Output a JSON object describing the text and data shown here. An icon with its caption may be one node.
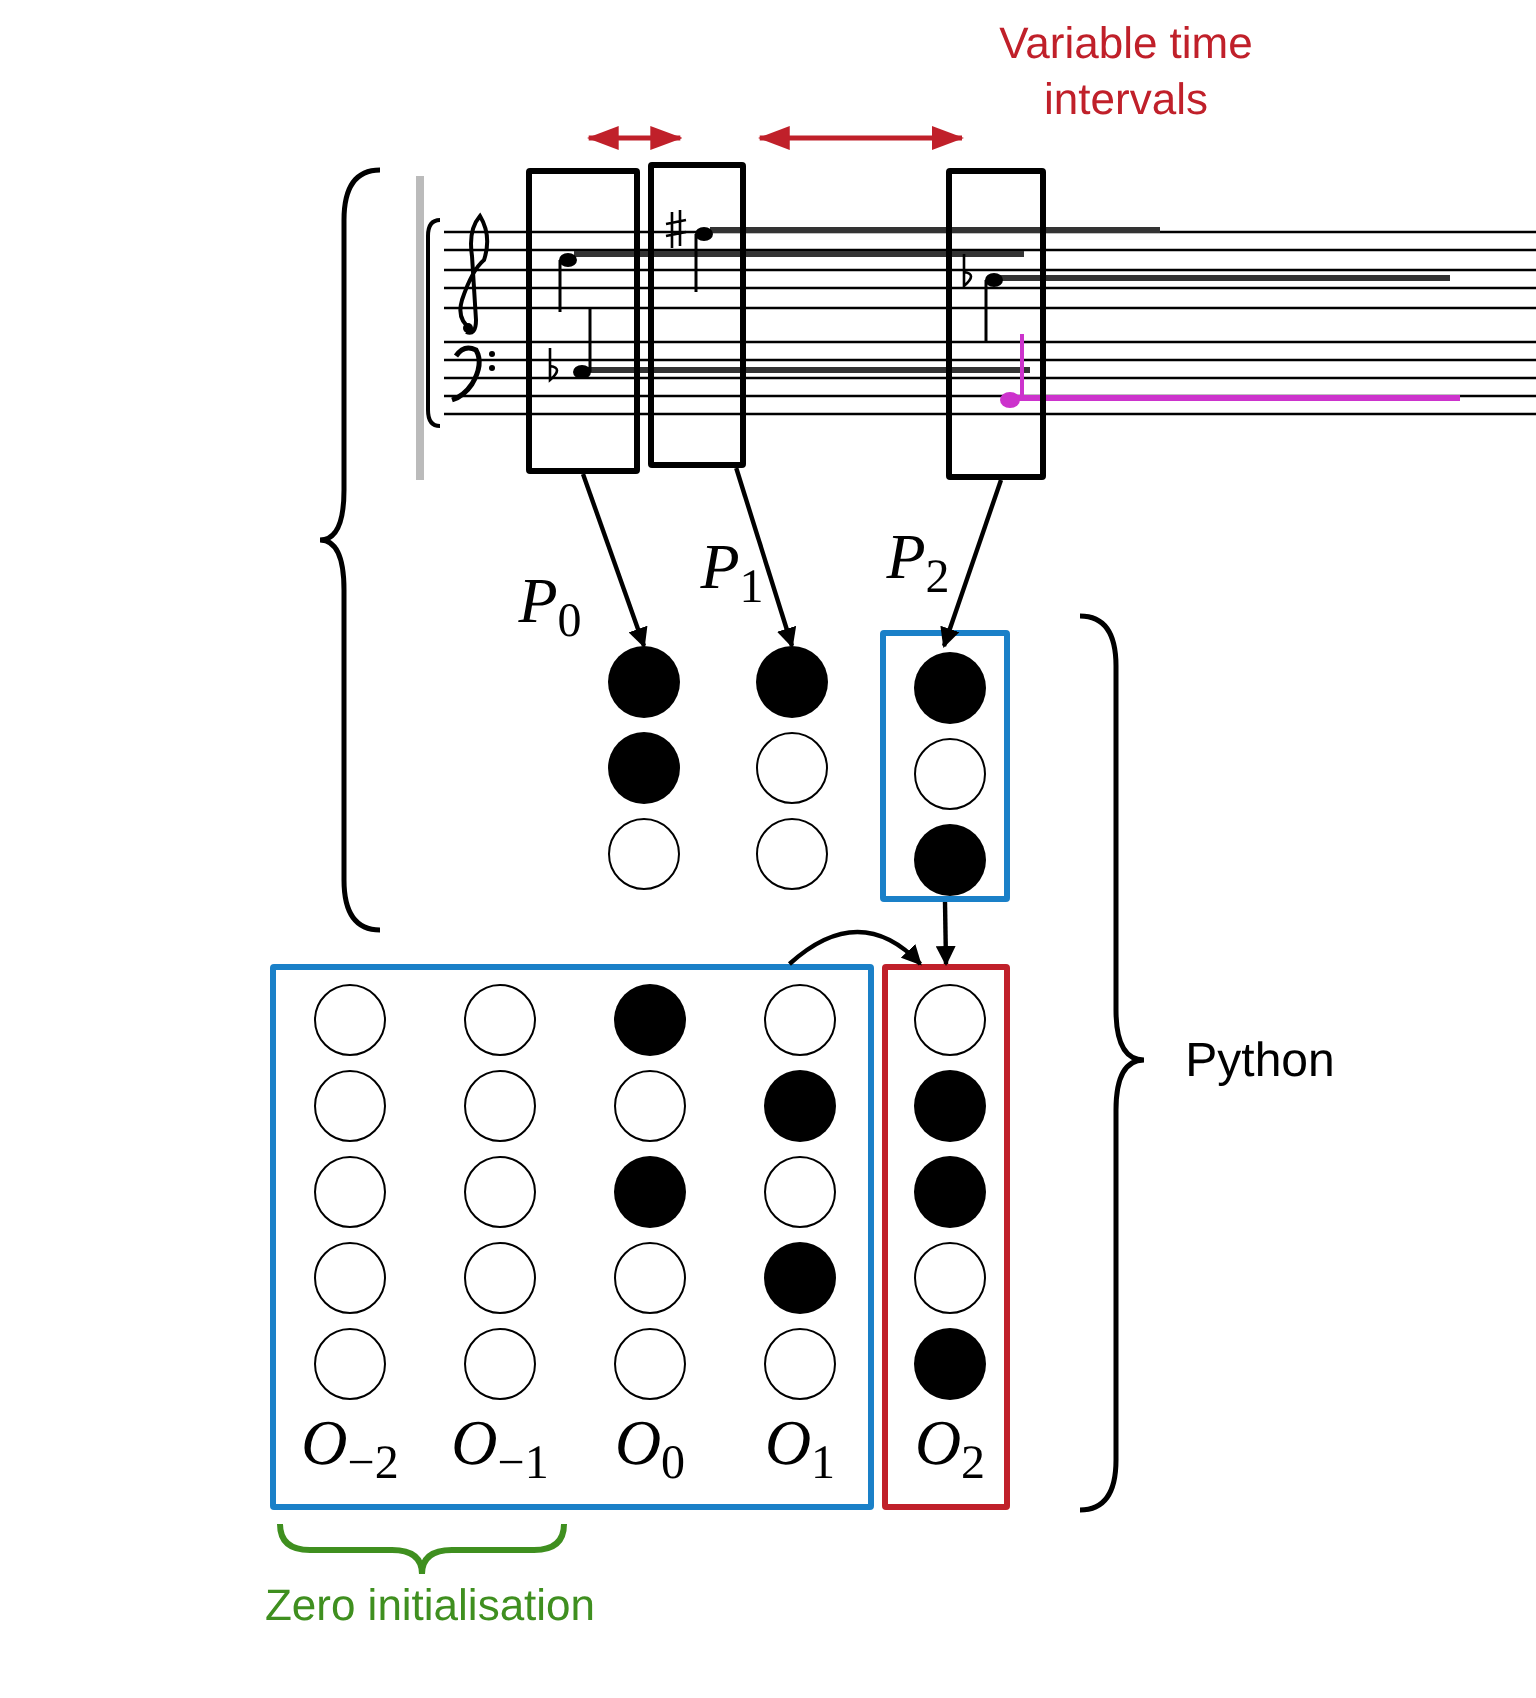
{
  "diagram": {
    "nodes": [
      {
        "text": [],
        "shape": "box"
      },
      {
        "text": [],
        "shape": "box"
      },
      {
        "text": [],
        "shape": "box"
      },
      {
        "text": [],
        "shape": "box"
      },
      {
        "text": [
          "*O*$_{−2}$",
          "*O*$_{−1}$",
          "*O*$_{0}$",
          "*O*$_{1}$"
        ]
      },
      {
        "text": [
          "*O*$_{2}$"
        ]
      },
      {
        "text": [],
        "shape": "dot"
      },
      {
        "text": [],
        "shape": "dot"
      },
      {
        "text": [],
        "shape": "circle"
      },
      {
        "text": [],
        "shape": "dot"
      },
      {
        "text": [],
        "shape": "circle"
      },
      {
        "text": [],
        "shape": "circle"
      },
      {
        "text": [],
        "shape": "dot",
        "in": 3
      },
      {
        "text": [],
        "shape": "circle",
        "in": 3
      },
      {
        "text": [],
        "shape": "dot",
        "in": 3
      },
      {
        "text": [],
        "shape": "circle",
        "in": 4
      },
      {
        "text": [],
        "shape": "circle",
        "in": 4
      },
      {
        "text": [],
        "shape": "circle",
        "in": 4
      },
      {
        "text": [],
        "shape": "circle",
        "in": 4
      },
      {
        "text": [],
        "shape": "circle",
        "in": 4
      },
      {
        "text": [],
        "shape": "circle",
        "in": 4
      },
      {
        "text": [],
        "shape": "circle",
        "in": 4
      },
      {
        "text": [],
        "shape": "circle",
        "in": 4
      },
      {
        "text": [],
        "shape": "circle",
        "in": 4
      },
      {
        "text": [],
        "shape": "circle",
        "in": 4
      },
      {
        "text": [],
        "shape": "dot",
        "in": 4
      },
      {
        "text": [],
        "shape": "circle",
        "in": 4
      },
      {
        "text": [],
        "shape": "dot",
        "in": 4
      },
      {
        "text": [],
        "shape": "circle",
        "in": 4
      },
      {
        "text": [],
        "shape": "circle",
        "in": 4
      },
      {
        "text": [],
        "shape": "circle",
        "in": 4
      },
      {
        "text": [],
        "shape": "dot",
        "in": 4
      },
      {
        "text": [],
        "shape": "circle",
        "in": 4
      },
      {
        "text": [],
        "shape": "dot",
        "in": 4
      },
      {
        "text": [],
        "shape": "circle",
        "in": 4
      },
      {
        "text": [],
        "shape": "circle",
        "in": 5
      },
      {
        "text": [],
        "shape": "dot",
        "in": 5
      },
      {
        "text": [],
        "shape": "dot",
        "in": 5
      },
      {
        "text": [],
        "shape": "circle",
        "in": 5
      },
      {
        "text": [],
        "shape": "dot",
        "in": 5
      }
    ],
    "edges": [
      {
        "from": 0,
        "to": 6,
        "arrow": "to"
      },
      {
        "from": 1,
        "to": 9,
        "arrow": "to"
      },
      {
        "from": 2,
        "to": 12,
        "arrow": "to"
      },
      {
        "from": 3,
        "to": 5,
        "arrow": "to"
      },
      {
        "from": 4,
        "to": 5,
        "arrow": "to"
      },
      {
        "from": 0,
        "to": 1,
        "arrow": "both",
        "color": "#c0202a"
      },
      {
        "from": 1,
        "to": 2,
        "arrow": "both",
        "color": "#c0202a"
      }
    ],
    "labels": [
      "Variable time intervals",
      "*P*$_{0}$",
      "*P*$_{1}$",
      "*P*$_{2}$",
      "Python",
      "Zero initialisation"
    ]
  }
}
